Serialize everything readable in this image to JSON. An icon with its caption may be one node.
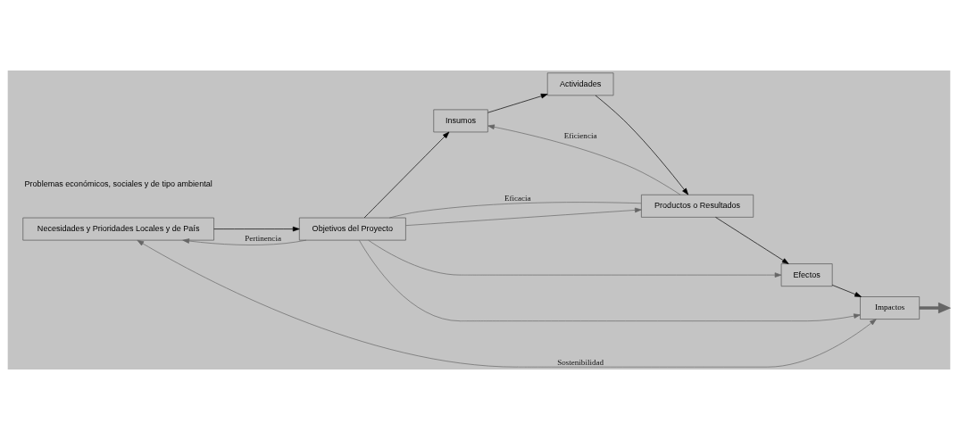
{
  "diagram": {
    "nodes": [
      {
        "text": [
          "Necesidades y Prioridades Locales y de País"
        ]
      },
      {
        "text": [
          "Objetivos del Proyecto"
        ]
      },
      {
        "text": [
          "Insumos"
        ]
      },
      {
        "text": [
          "Actividades"
        ]
      },
      {
        "text": [
          "Productos o Resultados"
        ]
      },
      {
        "text": [
          "Efectos"
        ]
      },
      {
        "text": [
          "Impactos"
        ]
      }
    ],
    "edges": [
      {
        "from": 0,
        "to": 1,
        "arrow": "to",
        "color": "#000000"
      },
      {
        "from": 1,
        "to": 2,
        "arrow": "to",
        "color": "#000000"
      },
      {
        "from": 2,
        "to": 3,
        "arrow": "to",
        "color": "#000000"
      },
      {
        "from": 3,
        "to": 4,
        "arrow": "to",
        "color": "#000000"
      },
      {
        "from": 4,
        "to": 5,
        "arrow": "to",
        "color": "#000000"
      },
      {
        "from": 5,
        "to": 6,
        "arrow": "to",
        "color": "#000000"
      },
      {
        "from": 6,
        "to": null,
        "arrow": "to",
        "style": "thick"
      },
      {
        "from": 1,
        "to": 0,
        "arrow": "to",
        "label": "Pertinencia"
      },
      {
        "from": 4,
        "to": 2,
        "arrow": "to",
        "label": "Eficiencia"
      },
      {
        "from": 1,
        "to": 4,
        "arrow": "none",
        "label": "Eficacia"
      },
      {
        "from": 6,
        "to": 0,
        "arrow": "both",
        "label": "Sostenibilidad"
      },
      {
        "from": 1,
        "to": 6,
        "arrow": "to"
      },
      {
        "from": 1,
        "to": 5,
        "arrow": "to"
      },
      {
        "from": 1,
        "to": 4,
        "arrow": "to"
      }
    ],
    "labels": [
      "Problemas económicos, sociales y de tipo ambiental"
    ]
  }
}
